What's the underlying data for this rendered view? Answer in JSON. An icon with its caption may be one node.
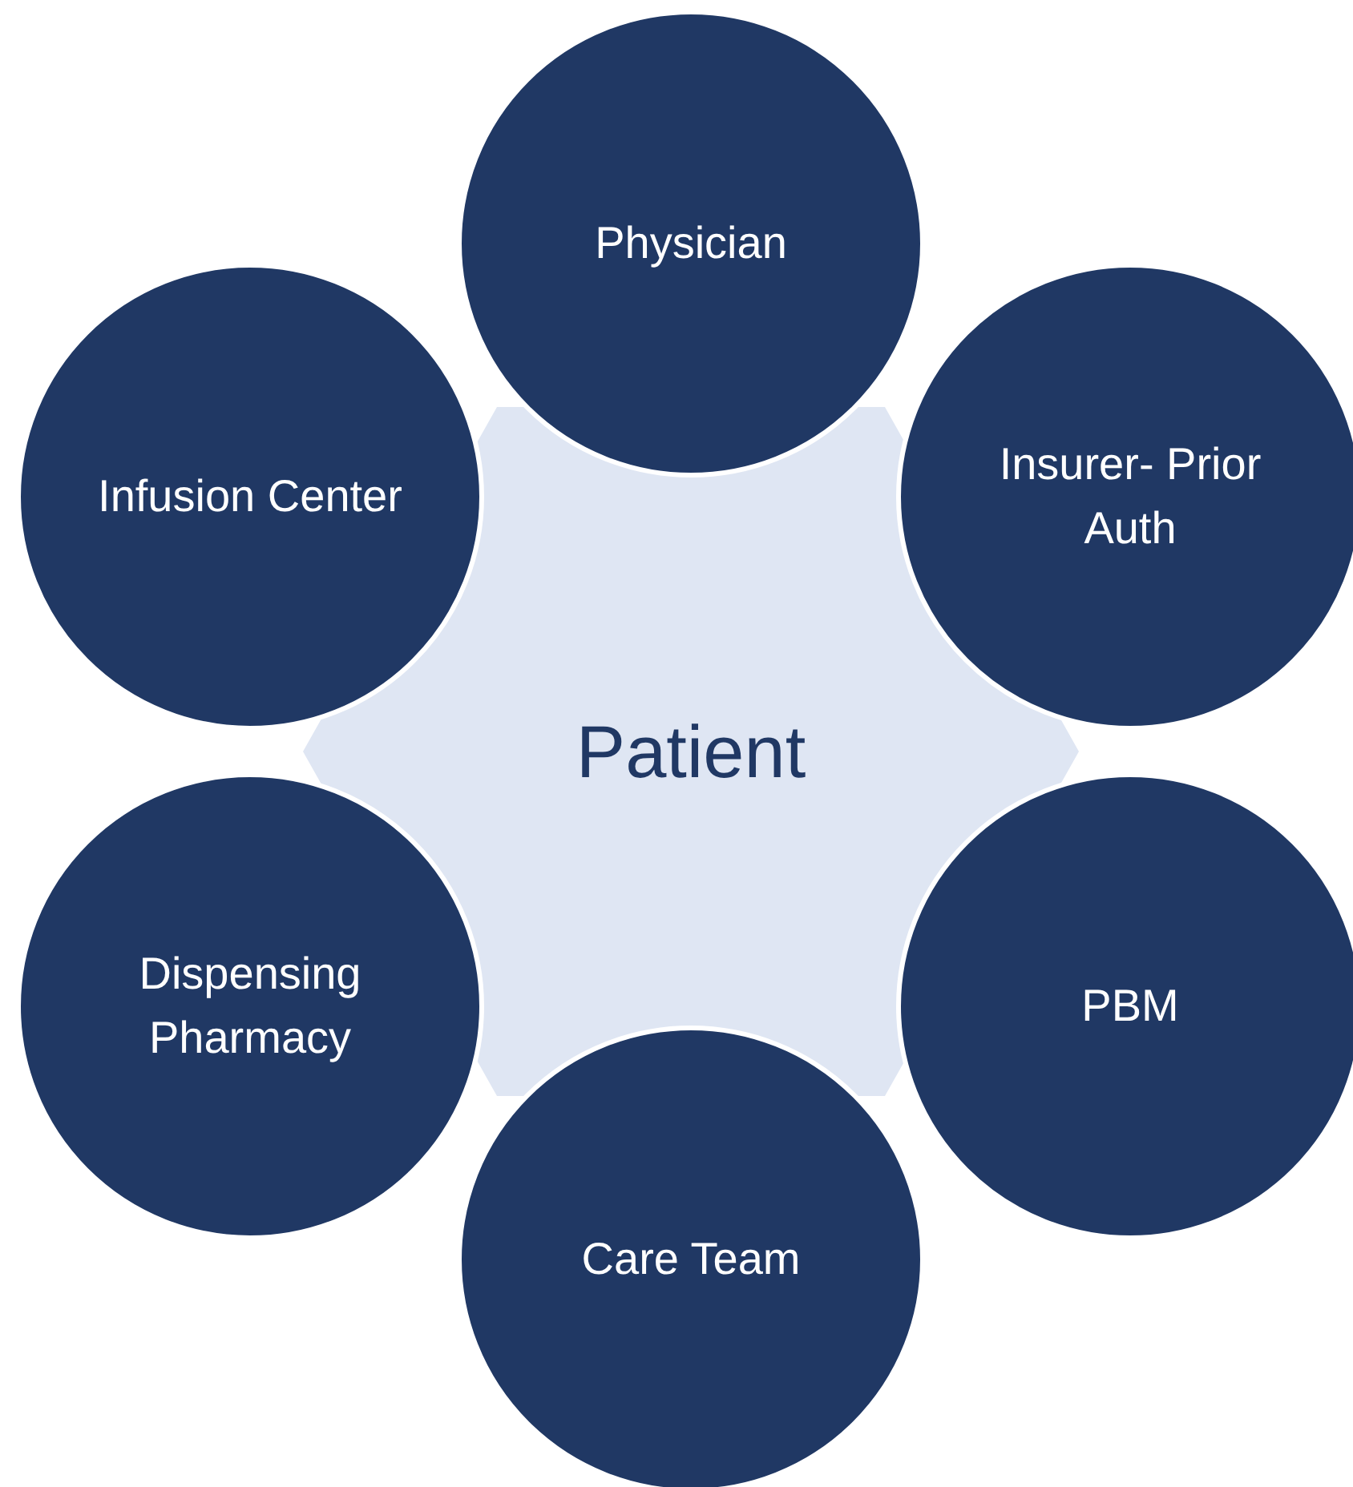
{
  "diagram": {
    "nodes": [
      {
        "text": [
          "Patient"
        ]
      },
      {
        "text": [
          "Physician"
        ]
      },
      {
        "text": [
          "Insurer- Prior Auth"
        ]
      },
      {
        "text": [
          "PBM"
        ]
      },
      {
        "text": [
          "Care Team"
        ]
      },
      {
        "text": [
          "Dispensing Pharmacy"
        ]
      },
      {
        "text": [
          "Infusion Center"
        ]
      }
    ]
  }
}
